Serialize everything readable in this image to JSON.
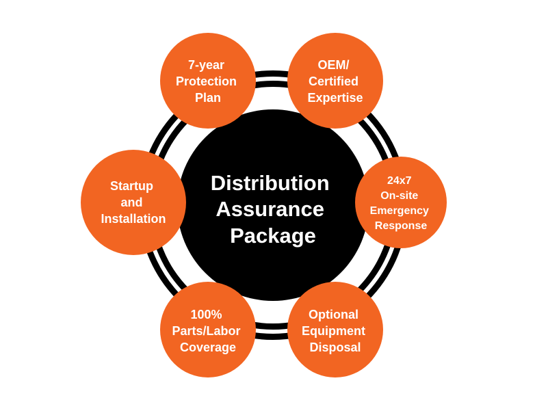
{
  "diagram": {
    "center": {
      "lines": [
        "Distribution",
        "Assurance",
        "Package"
      ]
    },
    "nodes": [
      {
        "id": "protection-plan",
        "lines": [
          "7-year",
          "Protection",
          "Plan"
        ]
      },
      {
        "id": "oem-expertise",
        "lines": [
          "OEM/",
          "Certified",
          "Expertise"
        ]
      },
      {
        "id": "emergency-response",
        "lines": [
          "24x7",
          "On-site",
          "Emergency",
          "Response"
        ]
      },
      {
        "id": "equipment-disposal",
        "lines": [
          "Optional",
          "Equipment",
          "Disposal"
        ]
      },
      {
        "id": "parts-labor",
        "lines": [
          "100%",
          "Parts/Labor",
          "Coverage"
        ]
      },
      {
        "id": "startup-installation",
        "lines": [
          "Startup",
          "and",
          "Installation"
        ]
      }
    ],
    "colors": {
      "node": "#f26522",
      "center": "#000000",
      "ring": "#000000",
      "text": "#ffffff",
      "background": "#ffffff"
    }
  }
}
